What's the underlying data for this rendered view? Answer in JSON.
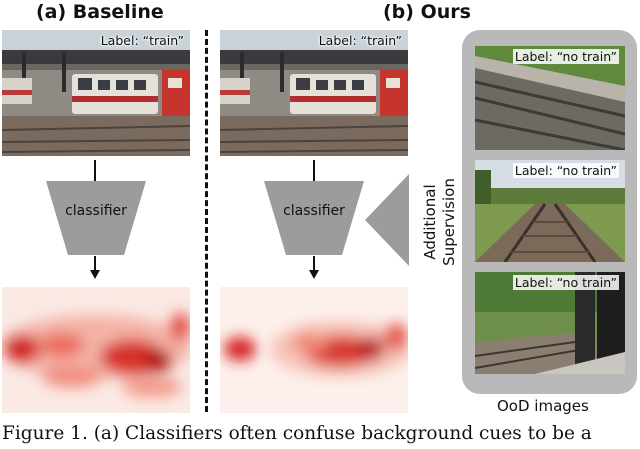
{
  "headings": {
    "baseline": "(a) Baseline",
    "ours": "(b) Ours"
  },
  "labels": {
    "train": "Label: “train”",
    "no_train": "Label: “no train”"
  },
  "classifier_label": "classifier",
  "supervision_label": {
    "line1": "Additional",
    "line2": "Supervision"
  },
  "ood_caption": "OoD images",
  "figure_caption": "Figure 1.  (a) Classifiers often confuse background cues to be a",
  "colors": {
    "heat_red": "#cc1a1a",
    "panel_gray": "#b9b9b9",
    "trapezoid_gray": "#9c9c9c"
  }
}
